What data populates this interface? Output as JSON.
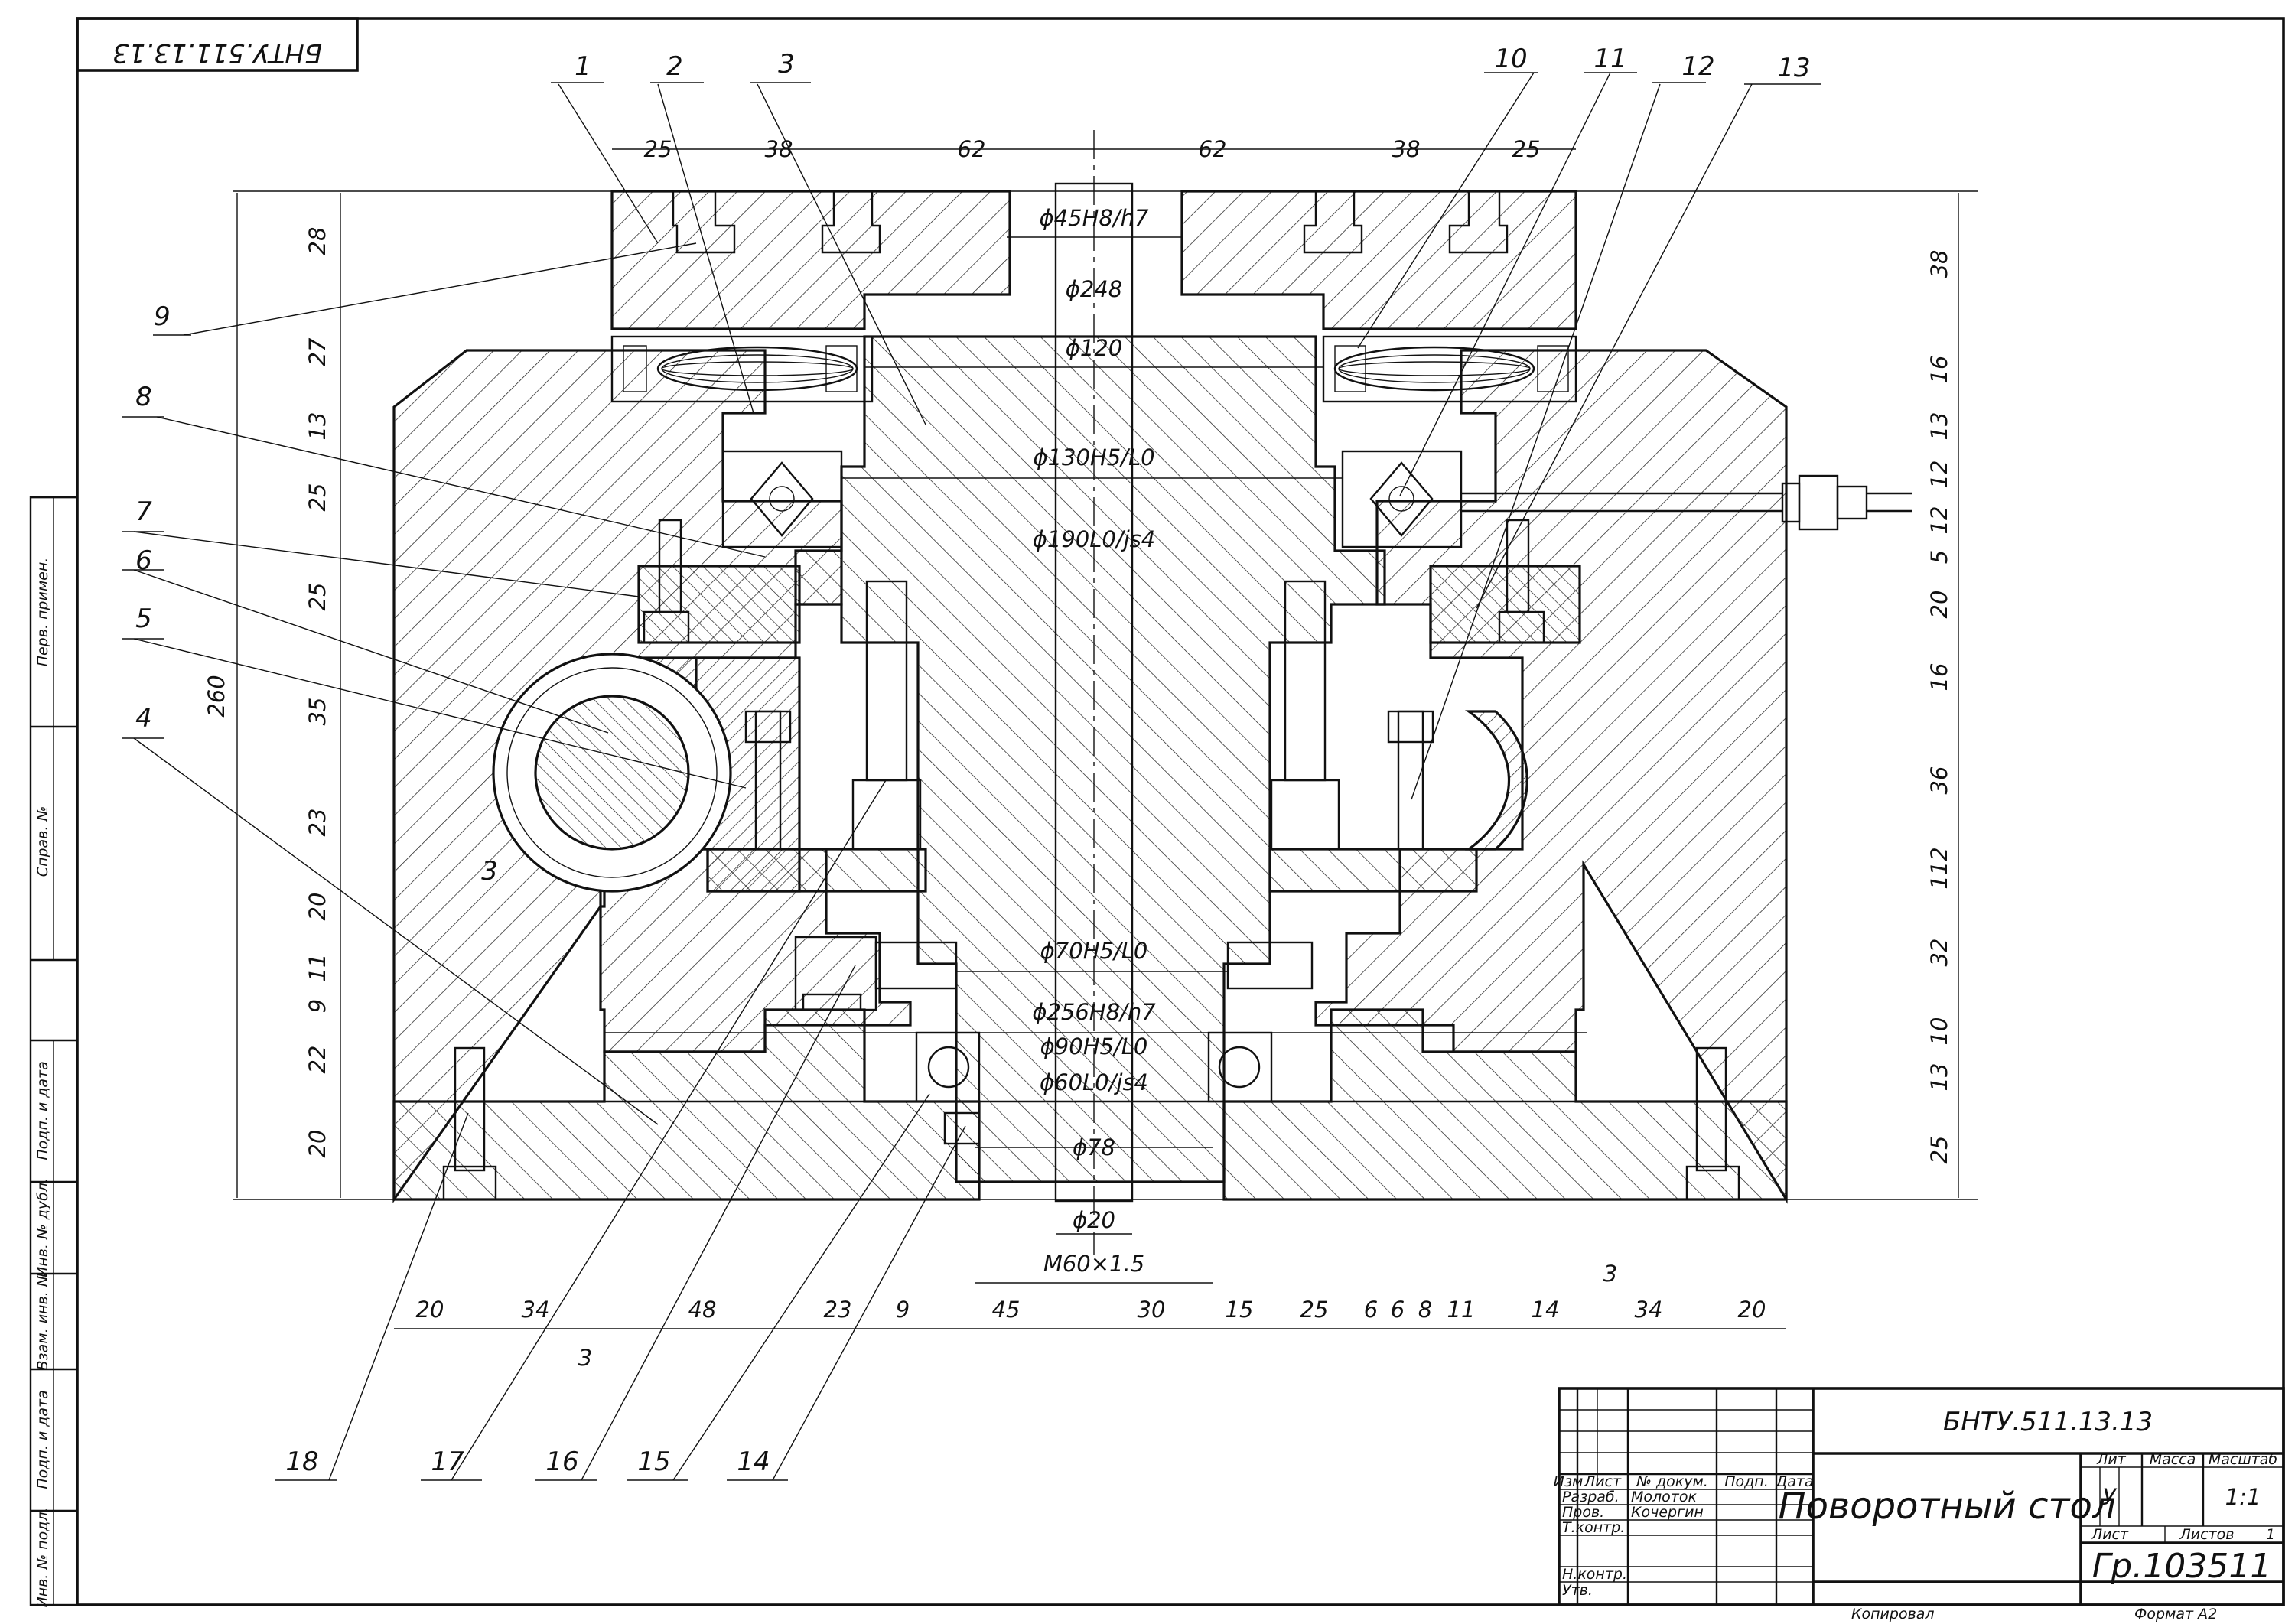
{
  "drawing": {
    "top_stamp": "БНТУ.511.13.13",
    "designation": "БНТУ.511.13.13",
    "title": "Поворотный стол",
    "group": "Гр.103511",
    "scale": "1:1",
    "letter": "У",
    "sheet_label": "Лист",
    "sheets_label": "Листов",
    "sheets_count": "1",
    "copied": "Копировал",
    "format": "Формат   A2"
  },
  "title_block": {
    "headers": [
      "Изм",
      "Лист",
      "№ докум.",
      "Подп.",
      "Дата"
    ],
    "col_labels": [
      "Лит",
      "Масса",
      "Масштаб"
    ],
    "rows": [
      {
        "role": "Разраб.",
        "name": "Молоток"
      },
      {
        "role": "Пров.",
        "name": "Кочергин"
      },
      {
        "role": "Т.контр.",
        "name": ""
      },
      {
        "role": "Н.контр.",
        "name": ""
      },
      {
        "role": "Утв.",
        "name": ""
      }
    ]
  },
  "side_stamps": [
    "Перв. примен.",
    "Справ. №",
    "Подп. и дата",
    "Инв. № дубл.",
    "Взам. инв. №",
    "Подп. и дата",
    "Инв. № подл."
  ],
  "callouts": [
    "1",
    "2",
    "3",
    "10",
    "11",
    "12",
    "13",
    "9",
    "8",
    "7",
    "6",
    "5",
    "4",
    "18",
    "17",
    "16",
    "15",
    "14",
    "3"
  ],
  "fits": [
    "ϕ45H8/h7",
    "ϕ248",
    "ϕ120",
    "ϕ130H5/L0",
    "ϕ190L0/js4",
    "ϕ70H5/L0",
    "ϕ256H8/h7",
    "ϕ90H5/L0",
    "ϕ60L0/js4",
    "ϕ78",
    "ϕ20",
    "M60×1.5"
  ],
  "dims_top": [
    "25",
    "38",
    "62",
    "62",
    "38",
    "25"
  ],
  "dims_left": [
    "28",
    "27",
    "13",
    "25",
    "25",
    "35",
    "23",
    "20",
    "11",
    "9",
    "22",
    "20",
    "260"
  ],
  "dims_right": [
    "38",
    "16",
    "13",
    "12",
    "12",
    "5",
    "20",
    "16",
    "36",
    "112",
    "32",
    "10",
    "13",
    "25"
  ],
  "dims_bottom": [
    "20",
    "34",
    "48",
    "23",
    "9",
    "45",
    "30",
    "15",
    "25",
    "6",
    "6",
    "8",
    "11",
    "14",
    "34",
    "20",
    "3",
    "3"
  ]
}
